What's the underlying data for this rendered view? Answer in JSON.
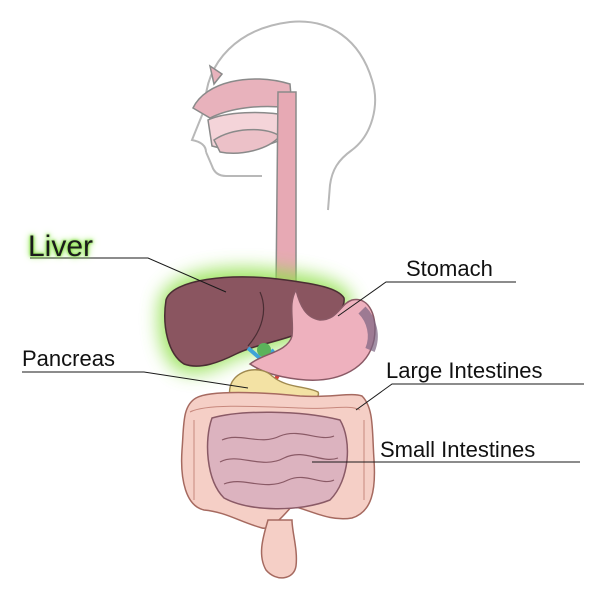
{
  "labels": {
    "liver": "Liver",
    "stomach": "Stomach",
    "pancreas": "Pancreas",
    "large_intestines": "Large Intestines",
    "small_intestines": "Small Intestines"
  },
  "highlighted": "liver",
  "colors": {
    "highlight_glow": "#8fe04a",
    "liver": "#8a5560",
    "stomach": "#e8a7b6",
    "tissue": "#f1c3c5",
    "pancreas": "#f3e2a4",
    "outline": "#555555"
  }
}
